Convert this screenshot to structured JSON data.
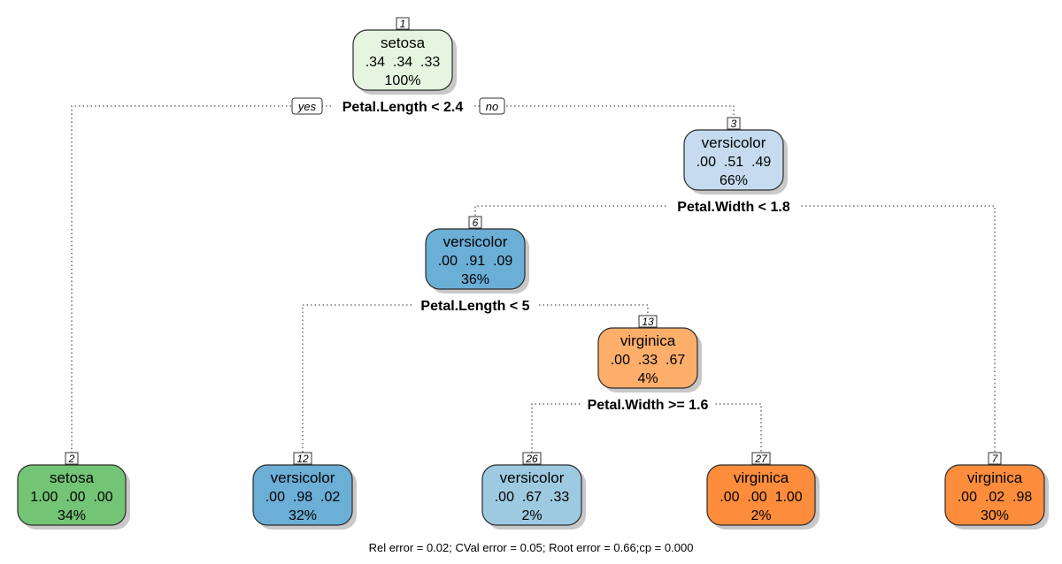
{
  "colors": {
    "setosa_root": "#e5f5e0",
    "setosa_leaf": "#74c476",
    "versicolor_light": "#c6dbef",
    "versicolor_mid": "#6baed6",
    "versicolor_pale": "#9ecae1",
    "virginica_light": "#fdae6b",
    "virginica_strong": "#fd8d3c"
  },
  "nodes": [
    {
      "id": "1",
      "class": "setosa",
      "probs": ".34  .34  .33",
      "pct": "100%",
      "color": "setosa_root"
    },
    {
      "id": "3",
      "class": "versicolor",
      "probs": ".00  .51  .49",
      "pct": "66%",
      "color": "versicolor_light"
    },
    {
      "id": "6",
      "class": "versicolor",
      "probs": ".00  .91  .09",
      "pct": "36%",
      "color": "versicolor_mid"
    },
    {
      "id": "13",
      "class": "virginica",
      "probs": ".00  .33  .67",
      "pct": "4%",
      "color": "virginica_light"
    },
    {
      "id": "2",
      "class": "setosa",
      "probs": "1.00  .00  .00",
      "pct": "34%",
      "color": "setosa_leaf"
    },
    {
      "id": "12",
      "class": "versicolor",
      "probs": ".00  .98  .02",
      "pct": "32%",
      "color": "versicolor_mid"
    },
    {
      "id": "26",
      "class": "versicolor",
      "probs": ".00  .67  .33",
      "pct": "2%",
      "color": "versicolor_pale"
    },
    {
      "id": "27",
      "class": "virginica",
      "probs": ".00  .00  1.00",
      "pct": "2%",
      "color": "virginica_strong"
    },
    {
      "id": "7",
      "class": "virginica",
      "probs": ".00  .02  .98",
      "pct": "30%",
      "color": "virginica_strong"
    }
  ],
  "splits": [
    {
      "node": "1",
      "label": "Petal.Length < 2.4"
    },
    {
      "node": "3",
      "label": "Petal.Width < 1.8"
    },
    {
      "node": "6",
      "label": "Petal.Length < 5"
    },
    {
      "node": "13",
      "label": "Petal.Width >= 1.6"
    }
  ],
  "edges": [
    {
      "from": "1",
      "to": "2"
    },
    {
      "from": "1",
      "to": "3"
    },
    {
      "from": "3",
      "to": "6"
    },
    {
      "from": "3",
      "to": "7"
    },
    {
      "from": "6",
      "to": "12"
    },
    {
      "from": "6",
      "to": "13"
    },
    {
      "from": "13",
      "to": "26"
    },
    {
      "from": "13",
      "to": "27"
    }
  ],
  "branch_labels": {
    "yes": "yes",
    "no": "no"
  },
  "footer": "Rel error  =  0.02; CVal error  =  0.05; Root error  =  0.66;cp  =  0.000"
}
